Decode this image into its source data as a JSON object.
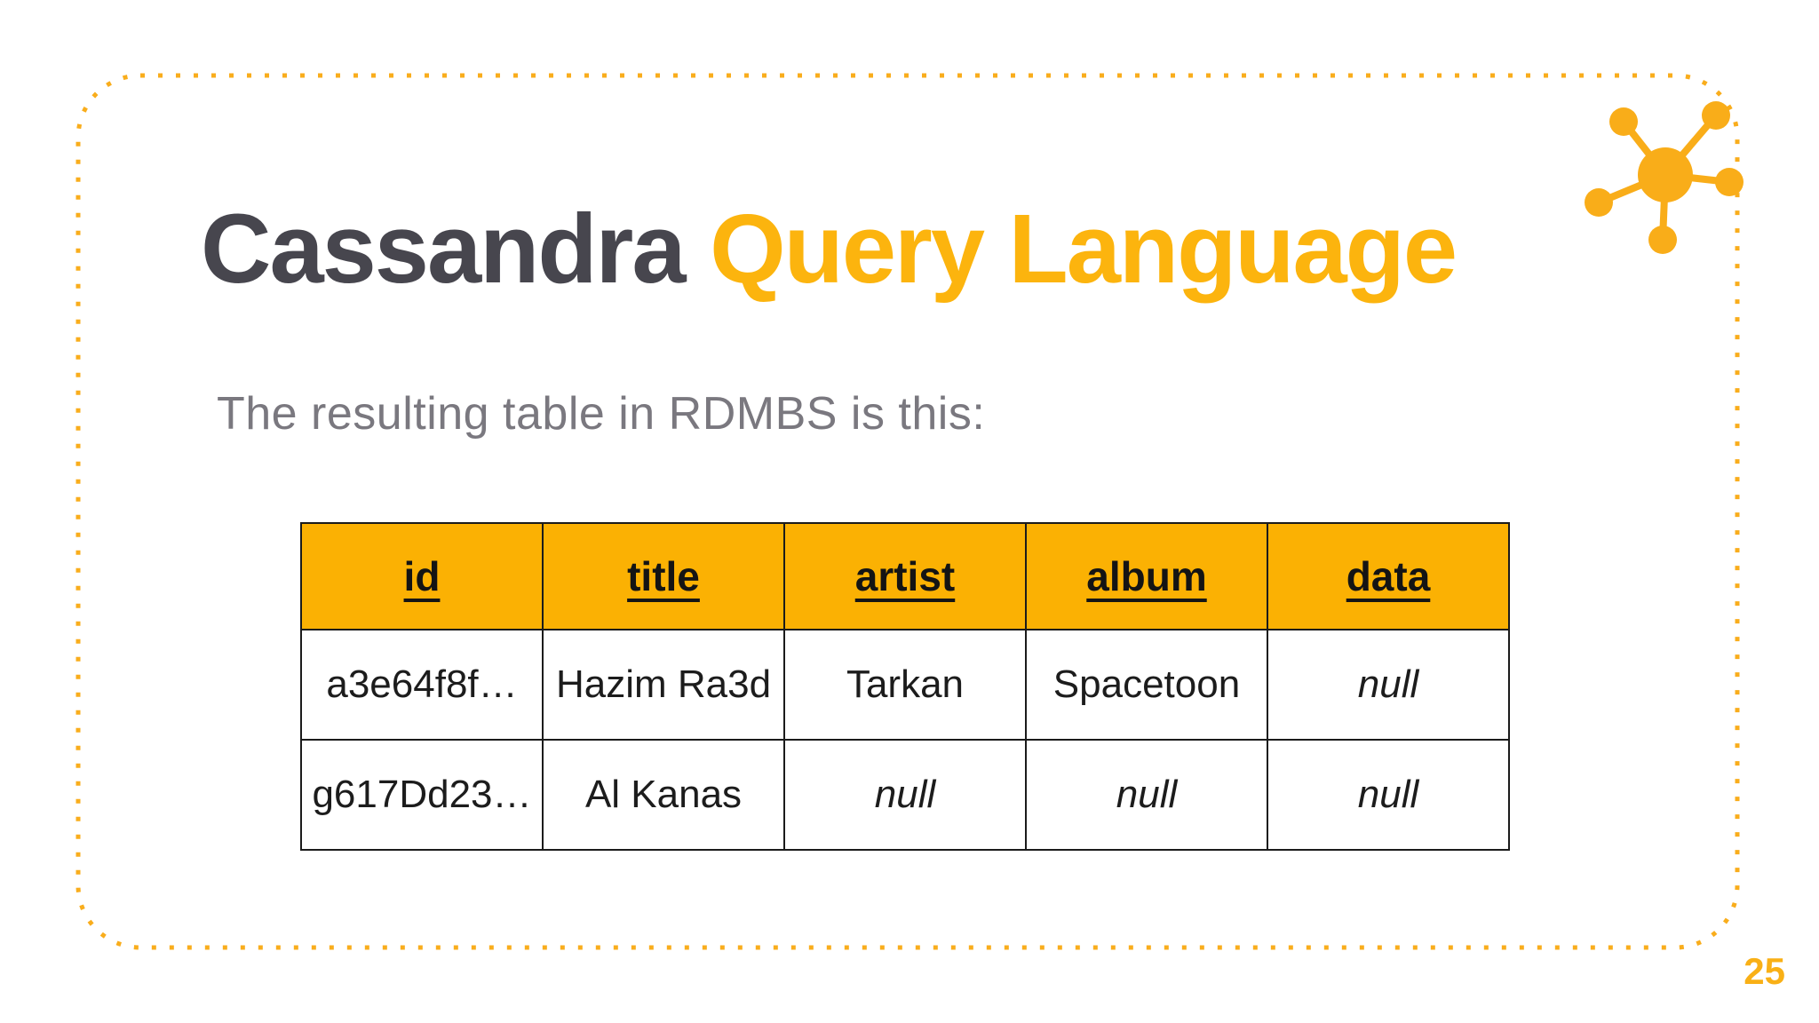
{
  "slide": {
    "page_number": "25",
    "title": {
      "dark_part": "Cassandra",
      "accent_part": " Query Language"
    },
    "subtitle": "The resulting table in RDMBS is this:",
    "table": {
      "headers": [
        "id",
        "title",
        "artist",
        "album",
        "data"
      ],
      "rows": [
        [
          {
            "text": "a3e64f8f…",
            "italic": false
          },
          {
            "text": "Hazim Ra3d",
            "italic": false
          },
          {
            "text": "Tarkan",
            "italic": false
          },
          {
            "text": "Spacetoon",
            "italic": false
          },
          {
            "text": "null",
            "italic": true
          }
        ],
        [
          {
            "text": "g617Dd23…",
            "italic": false
          },
          {
            "text": "Al Kanas",
            "italic": false
          },
          {
            "text": "null",
            "italic": true
          },
          {
            "text": "null",
            "italic": true
          },
          {
            "text": "null",
            "italic": true
          }
        ]
      ]
    },
    "icons": {
      "molecule": "hub-with-five-spokes-icon"
    },
    "colors": {
      "accent_amber": "#fbb103",
      "title_amber": "#fcb40e",
      "title_dark": "#47464e",
      "subtitle_gray": "#7a787f",
      "table_border": "#1b1b1b",
      "background": "#ffffff"
    }
  }
}
